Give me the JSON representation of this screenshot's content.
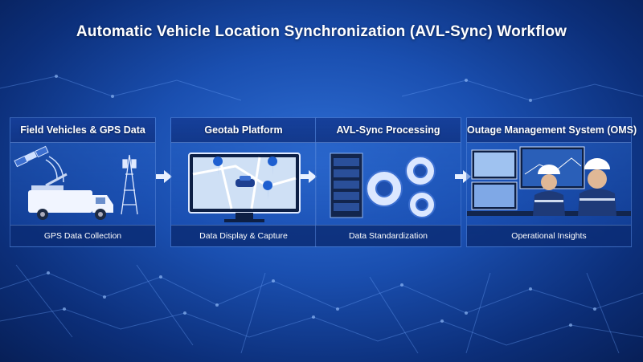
{
  "title": "Automatic Vehicle Location Synchronization (AVL-Sync) Workflow",
  "stages": [
    {
      "heading": "Field Vehicles & GPS Data",
      "caption": "GPS Data Collection"
    },
    {
      "heading": "Geotab Platform",
      "caption": "Data Display & Capture"
    },
    {
      "heading": "AVL-Sync Processing",
      "caption": "Data Standardization"
    },
    {
      "heading": "Outage Management System (OMS)",
      "caption": "Operational Insights"
    }
  ],
  "icons": {
    "stage1": [
      "satellite-icon",
      "utility-truck-icon",
      "cell-tower-icon"
    ],
    "stage2": [
      "monitor-map-icon",
      "location-pin-icon",
      "car-icon"
    ],
    "stage3": [
      "server-rack-icon",
      "gear-icon"
    ],
    "stage4": [
      "control-room-screens-icon",
      "engineer-hardhat-icon"
    ]
  },
  "colors": {
    "accent": "#1a4fb0",
    "highlight": "#7fb6ff"
  }
}
